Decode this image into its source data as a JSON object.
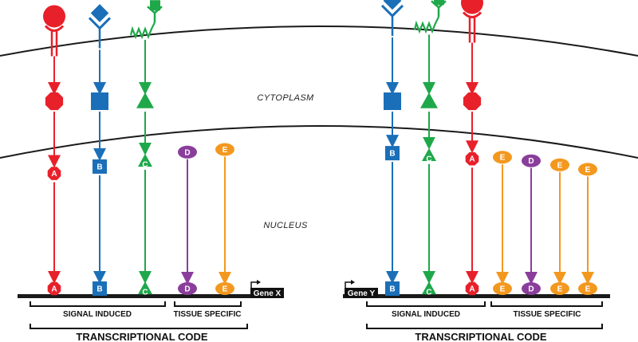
{
  "regions": {
    "cytoplasm": "CYTOPLASM",
    "nucleus": "NUCLEUS"
  },
  "colors": {
    "A": "#e8202a",
    "B": "#1a6fb8",
    "C": "#1fa84a",
    "D": "#8a3e9b",
    "E": "#f3981f",
    "membrane": "#1a1a1a"
  },
  "panels": [
    {
      "gene": "Gene X",
      "gene_side": "right",
      "signal_label": "SIGNAL INDUCED",
      "tissue_label": "TISSUE SPECIFIC",
      "code_label": "TRANSCRIPTIONAL CODE",
      "signal_factors": [
        "A",
        "B",
        "C"
      ],
      "tissue_factors": [
        "D",
        "E"
      ]
    },
    {
      "gene": "Gene Y",
      "gene_side": "left",
      "signal_label": "SIGNAL INDUCED",
      "tissue_label": "TISSUE SPECIFIC",
      "code_label": "TRANSCRIPTIONAL CODE",
      "signal_factors": [
        "B",
        "C",
        "A"
      ],
      "tissue_factors": [
        "E",
        "D",
        "E",
        "E"
      ]
    }
  ]
}
